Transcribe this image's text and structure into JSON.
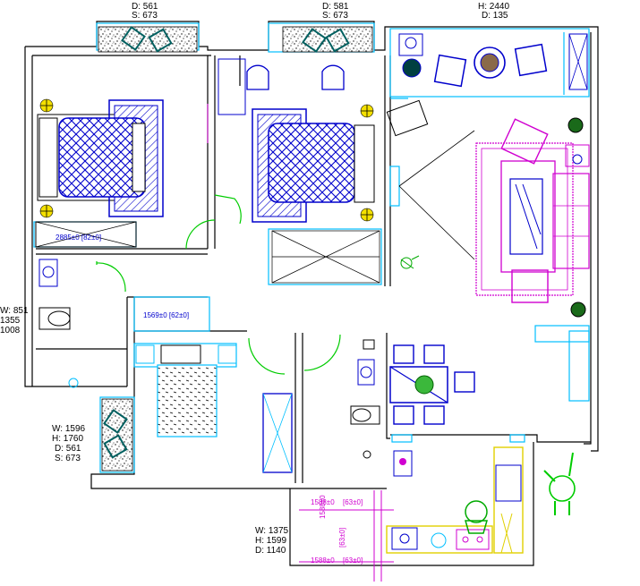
{
  "labels": {
    "top_left": {
      "d": "D: 561",
      "s": "S: 673"
    },
    "top_mid": {
      "d": "D: 581",
      "s": "S: 673"
    },
    "top_right": {
      "h": "H: 2440",
      "d": "D: 135"
    },
    "left_mid": {
      "w": "W: 851",
      "h": "1355",
      "d": "1008"
    },
    "left_low": {
      "w": "W: 1596",
      "h": "H: 1760",
      "d": "D: 561",
      "s": "S: 673"
    },
    "bottom": {
      "w": "W: 1375",
      "h": "H: 1599",
      "d": "D: 1140"
    }
  },
  "dims": {
    "bed1": "2885±0 [82±0]",
    "hall": "1569±0 [62±0]",
    "k_top_a": "1588±0",
    "k_top_b": "[63±0]",
    "k_side_a": "1588±0",
    "k_side_b": "[63±0]",
    "k_bot_a": "1588±0",
    "k_bot_b": "[63±0]"
  },
  "colors": {
    "wall": "#000000",
    "window": "#00bfff",
    "furniture_blue": "#0000cc",
    "accent_magenta": "#d000d0",
    "door_green": "#00cc00",
    "yellow": "#e0d000",
    "planter": "#222222"
  }
}
